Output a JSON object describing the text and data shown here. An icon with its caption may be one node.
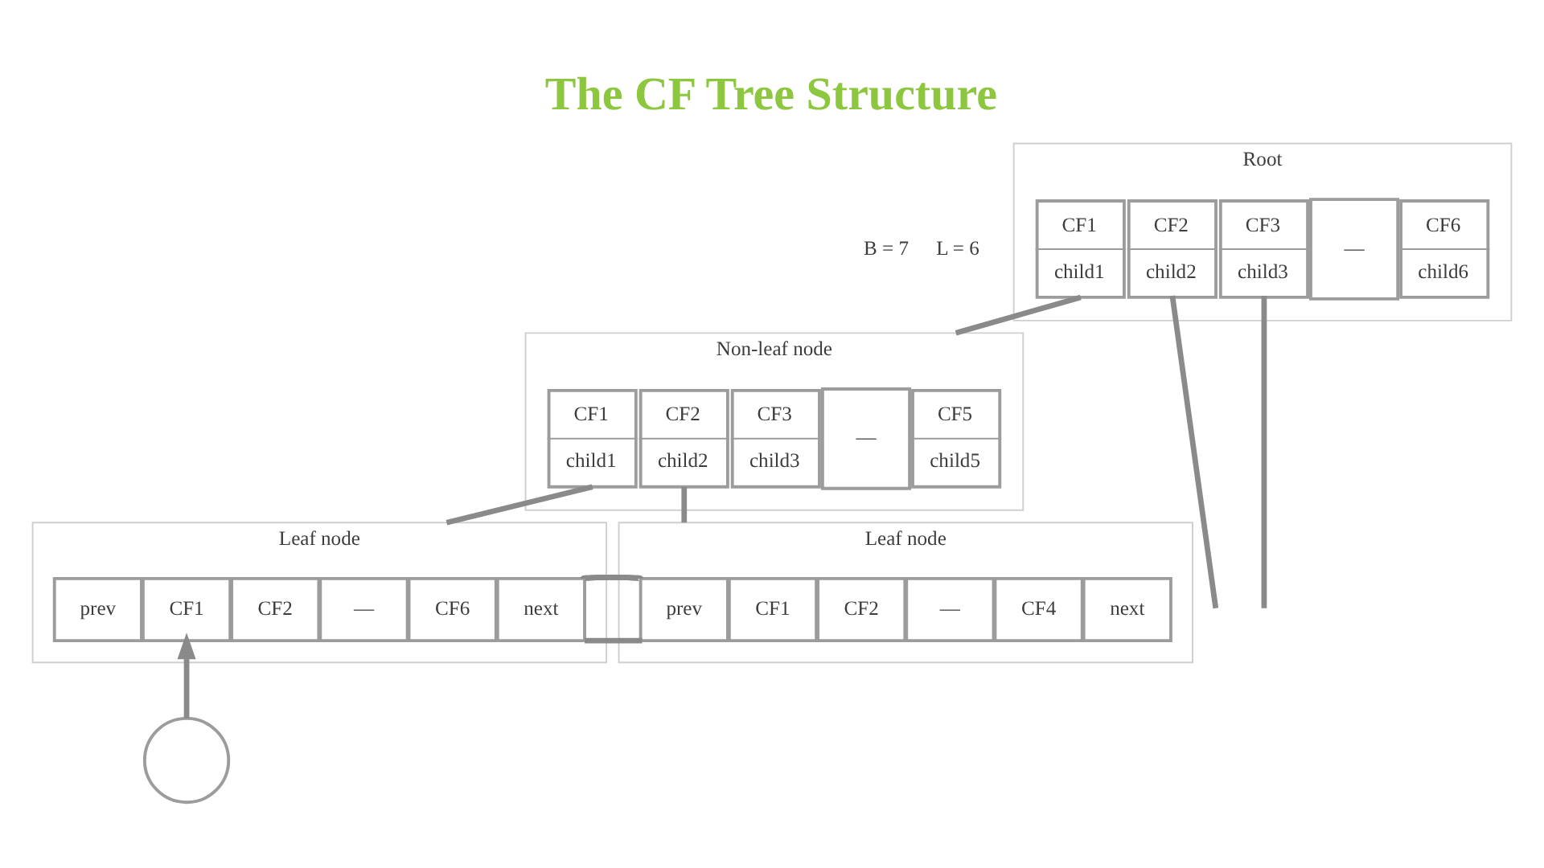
{
  "diagram": {
    "title": "The CF Tree Structure",
    "nodes": [
      {
        "text": [
          "Root"
        ]
      },
      {
        "text": [
          "CF1",
          "child1"
        ],
        "in": 0
      },
      {
        "text": [
          "CF2",
          "child2"
        ],
        "in": 0
      },
      {
        "text": [
          "CF3",
          "child3"
        ],
        "in": 0
      },
      {
        "text": [
          "—"
        ],
        "in": 0
      },
      {
        "text": [
          "CF6",
          "child6"
        ],
        "in": 0
      },
      {
        "text": [
          "Non-leaf node"
        ]
      },
      {
        "text": [
          "CF1",
          "child1"
        ],
        "in": 6
      },
      {
        "text": [
          "CF2",
          "child2"
        ],
        "in": 6
      },
      {
        "text": [
          "CF3",
          "child3"
        ],
        "in": 6
      },
      {
        "text": [
          "—"
        ],
        "in": 6
      },
      {
        "text": [
          "CF5",
          "child5"
        ],
        "in": 6
      },
      {
        "text": [
          "Leaf node"
        ]
      },
      {
        "text": [
          "prev"
        ],
        "in": 12
      },
      {
        "text": [
          "CF1"
        ],
        "in": 12
      },
      {
        "text": [
          "CF2"
        ],
        "in": 12
      },
      {
        "text": [
          "—"
        ],
        "in": 12
      },
      {
        "text": [
          "CF6"
        ],
        "in": 12
      },
      {
        "text": [
          "next"
        ],
        "in": 12
      },
      {
        "text": [
          "Leaf node"
        ]
      },
      {
        "text": [
          "prev"
        ],
        "in": 19
      },
      {
        "text": [
          "CF1"
        ],
        "in": 19
      },
      {
        "text": [
          "CF2"
        ],
        "in": 19
      },
      {
        "text": [
          "—"
        ],
        "in": 19
      },
      {
        "text": [
          "CF4"
        ],
        "in": 19
      },
      {
        "text": [
          "next"
        ],
        "in": 19
      },
      {
        "text": [],
        "shape": "circle"
      }
    ],
    "edges": [
      {
        "from": 1,
        "to": 6,
        "arrow": "none"
      },
      {
        "from": 2,
        "to": null,
        "arrow": "none"
      },
      {
        "from": 3,
        "to": null,
        "arrow": "none"
      },
      {
        "from": 7,
        "to": 12,
        "arrow": "none"
      },
      {
        "from": 8,
        "to": 19,
        "arrow": "none"
      },
      {
        "from": 18,
        "to": 20,
        "arrow": "none"
      },
      {
        "from": 18,
        "to": 20,
        "arrow": "none"
      },
      {
        "from": 26,
        "to": 14,
        "arrow": "to"
      }
    ],
    "labels": [
      "B = 7",
      "L = 6"
    ]
  }
}
